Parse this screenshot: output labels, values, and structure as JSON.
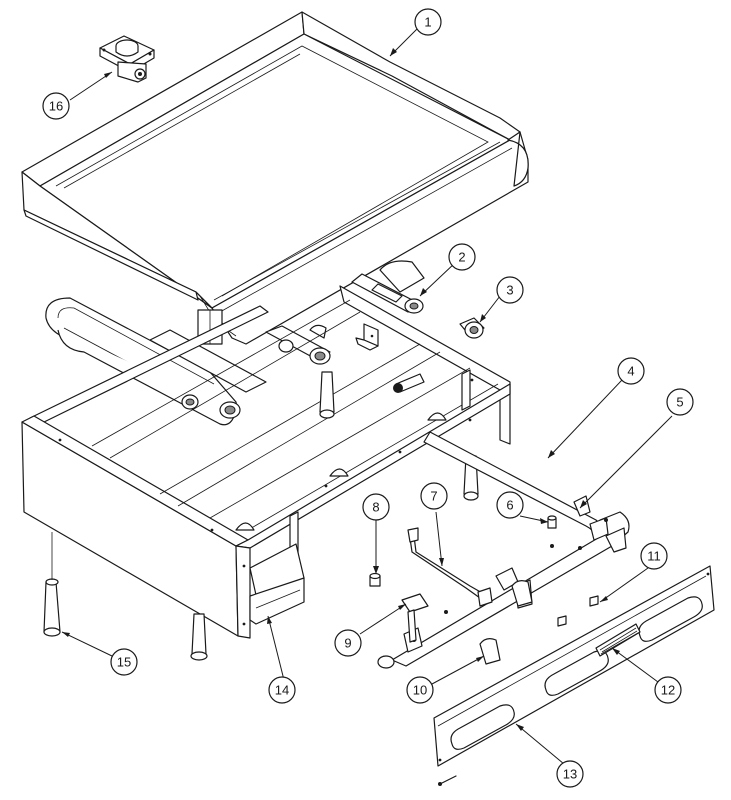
{
  "callouts": [
    {
      "id": "1",
      "label": "1"
    },
    {
      "id": "2",
      "label": "2"
    },
    {
      "id": "3",
      "label": "3"
    },
    {
      "id": "4",
      "label": "4"
    },
    {
      "id": "5",
      "label": "5"
    },
    {
      "id": "6",
      "label": "6"
    },
    {
      "id": "7",
      "label": "7"
    },
    {
      "id": "8",
      "label": "8"
    },
    {
      "id": "9",
      "label": "9"
    },
    {
      "id": "10",
      "label": "10"
    },
    {
      "id": "11",
      "label": "11"
    },
    {
      "id": "12",
      "label": "12"
    },
    {
      "id": "13",
      "label": "13"
    },
    {
      "id": "14",
      "label": "14"
    },
    {
      "id": "15",
      "label": "15"
    },
    {
      "id": "16",
      "label": "16"
    }
  ],
  "colors": {
    "line": "#1a1a1a",
    "background": "#ffffff",
    "shade": "#8a8a8a"
  }
}
